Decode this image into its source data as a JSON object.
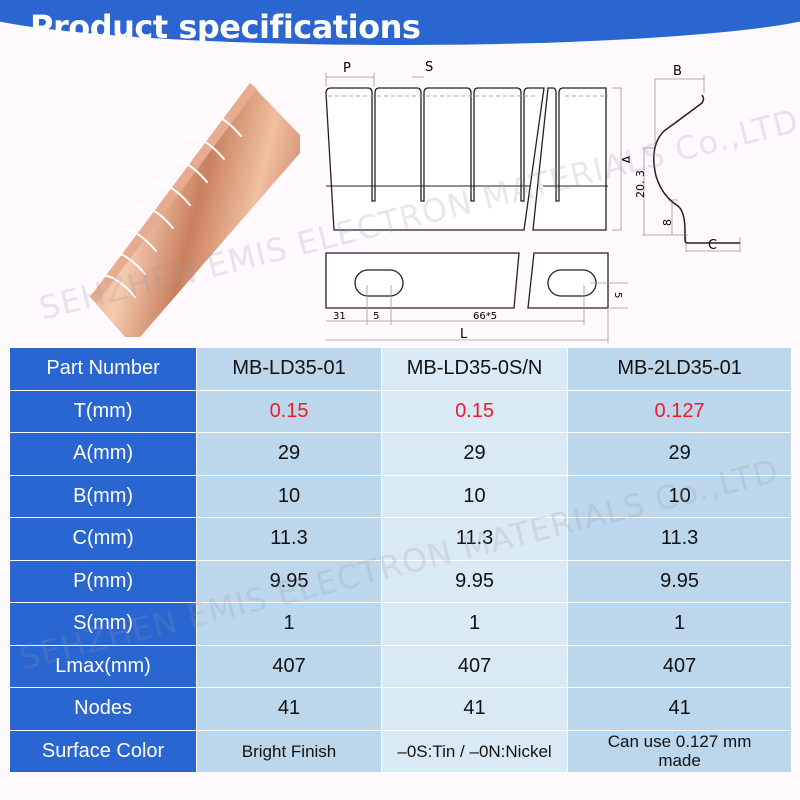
{
  "header": {
    "title": "Product specifications"
  },
  "watermark": {
    "text": "SEHZHEN EMIS ELECTRON MATERIALS Co.,LTD"
  },
  "drawing": {
    "labels": {
      "P": "P",
      "S": "S",
      "A": "A",
      "B": "B",
      "C": "C",
      "L": "L"
    },
    "dimensions": {
      "side_height": "20. 3",
      "side_lower": "8",
      "offset_left": "31",
      "slot_width": "5",
      "slot_pitch": "66*5",
      "slot_height": "5"
    }
  },
  "table": {
    "rows": [
      {
        "label": "Part Number",
        "values": [
          "MB-LD35-01",
          "MB-LD35-0S/N",
          "MB-2LD35-01"
        ]
      },
      {
        "label": "T(mm)",
        "values": [
          "0.15",
          "0.15",
          "0.127"
        ],
        "highlight": "#ee1c2a"
      },
      {
        "label": "A(mm)",
        "values": [
          "29",
          "29",
          "29"
        ]
      },
      {
        "label": "B(mm)",
        "values": [
          "10",
          "10",
          "10"
        ]
      },
      {
        "label": "C(mm)",
        "values": [
          "11.3",
          "11.3",
          "11.3"
        ]
      },
      {
        "label": "P(mm)",
        "values": [
          "9.95",
          "9.95",
          "9.95"
        ]
      },
      {
        "label": "S(mm)",
        "values": [
          "1",
          "1",
          "1"
        ]
      },
      {
        "label": "Lmax(mm)",
        "values": [
          "407",
          "407",
          "407"
        ]
      },
      {
        "label": "Nodes",
        "values": [
          "41",
          "41",
          "41"
        ]
      },
      {
        "label": "Surface Color",
        "values": [
          "Bright Finish",
          "–0S:Tin / –0N:Nickel",
          "Can use 0.127 mm made"
        ]
      }
    ]
  },
  "colors": {
    "header_blue": "#2a65d0",
    "label_blue": "#2a66d1",
    "cell_blue": "#bcd7ec",
    "cell_light": "#daeaf5",
    "red": "#ee1c2a",
    "copper": "#e8b08c"
  }
}
